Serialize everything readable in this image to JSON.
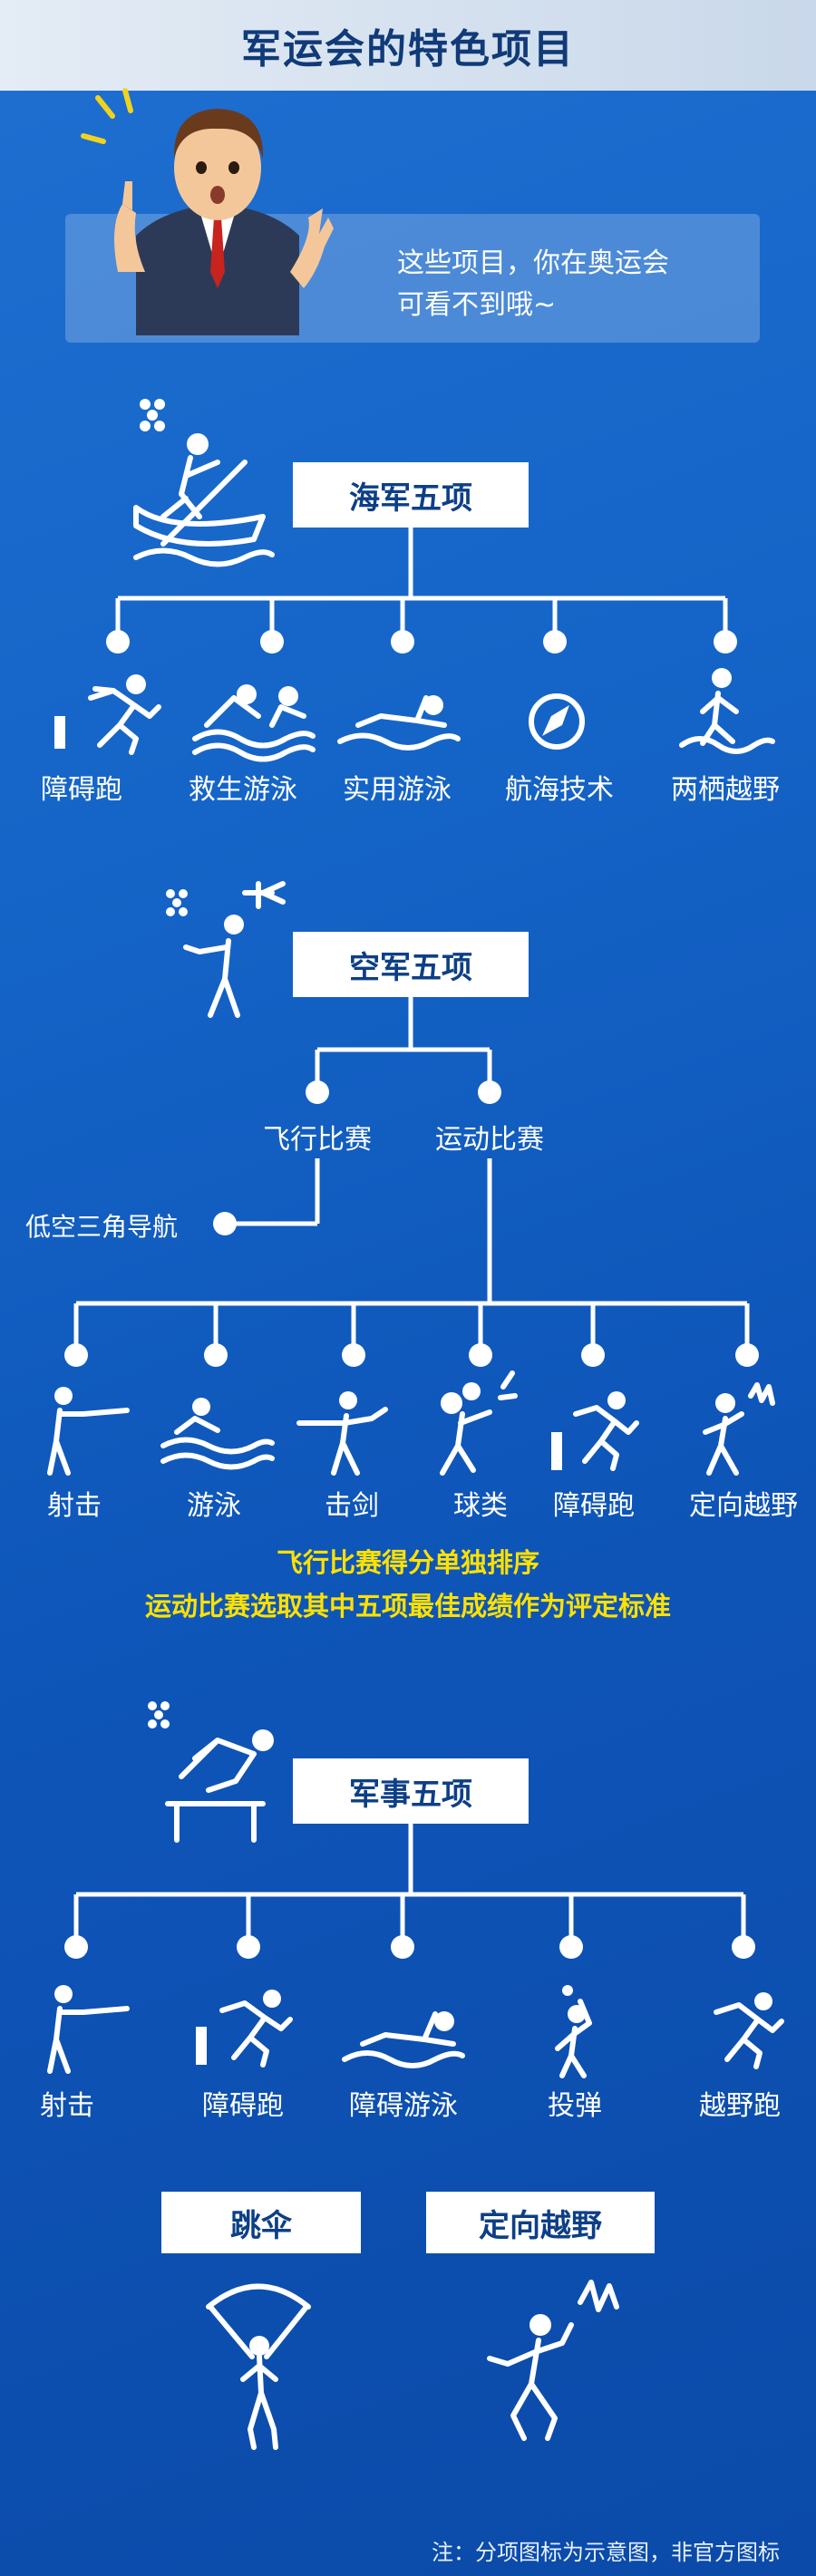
{
  "title": "军运会的特色项目",
  "intro": {
    "line1": "这些项目，你在奥运会",
    "line2": "可看不到哦~"
  },
  "navy": {
    "header": "海军五项",
    "items": [
      "障碍跑",
      "救生游泳",
      "实用游泳",
      "航海技术",
      "两栖越野"
    ]
  },
  "air": {
    "header": "空军五项",
    "branches": [
      "飞行比赛",
      "运动比赛"
    ],
    "flight_sub": "低空三角导航",
    "items": [
      "射击",
      "游泳",
      "击剑",
      "球类",
      "障碍跑",
      "定向越野"
    ],
    "note_line1": "飞行比赛得分单独排序",
    "note_line2": "运动比赛选取其中五项最佳成绩作为评定标准"
  },
  "military": {
    "header": "军事五项",
    "items": [
      "射击",
      "障碍跑",
      "障碍游泳",
      "投弹",
      "越野跑"
    ]
  },
  "extras": {
    "parachute": "跳伞",
    "orienteering": "定向越野"
  },
  "footnote": "注：分项图标为示意图，非官方图标",
  "colors": {
    "background": "#1565c8",
    "header_text": "#0d3f86",
    "note_text": "#ffe100"
  }
}
